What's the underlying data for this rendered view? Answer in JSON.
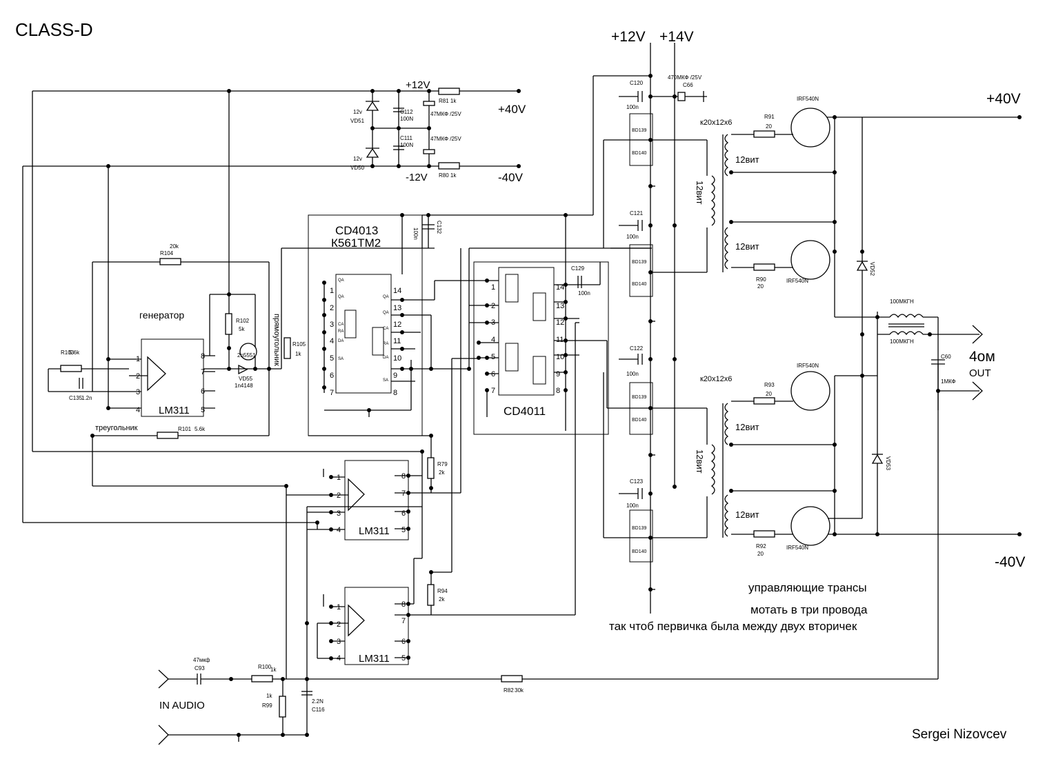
{
  "title": "CLASS-D",
  "author": "Sergei Nizovcev",
  "rails": {
    "top_12": "+12V",
    "top_14": "+14V",
    "pos40_right": "+40V",
    "neg40_right": "-40V",
    "pos40_left": "+40V",
    "neg40_left": "-40V",
    "pos12_left": "+12V",
    "neg12_left": "-12V"
  },
  "blocks": {
    "generator": "генератор",
    "square": "прямоугольник",
    "triangle": "треугольник",
    "cd4013": "CD4013",
    "k561": "К561ТМ2",
    "cd4011": "CD4011",
    "lm311_a": "LM311",
    "lm311_b": "LM311",
    "lm311_c": "LM311",
    "in_audio": "IN AUDIO",
    "out_ohm": "4ом",
    "out": "OUT"
  },
  "components": {
    "r81": "R81 1k",
    "r80": "R80 1k",
    "c112": "C112",
    "c112v": "100N",
    "c111": "C111",
    "c111v": "100N",
    "cap47a": "47МКФ /25V",
    "cap47b": "47МКФ /25V",
    "vd51": "VD51",
    "vd50": "VD50",
    "z12a": "12v",
    "z12b": "12v",
    "r104": "R104",
    "r104v": "20k",
    "r103": "R103",
    "r103v": "5.6k",
    "c135": "C135",
    "c135v": "1.2n",
    "r102": "R102",
    "r102v": "5k",
    "q2n": "2n5551",
    "vd55": "VD55",
    "vd55v": "1n4148",
    "r105": "R105",
    "r105v": "1k",
    "r101": "R101",
    "r101v": "5.6k",
    "c132": "C132",
    "c132v": "100n",
    "c129": "C129",
    "c129v": "100n",
    "r79": "R79",
    "r79v": "2k",
    "r94": "R94",
    "r94v": "2k",
    "c93": "C93",
    "c93v": "47мкф",
    "r100": "R100",
    "r100v": "1k",
    "r99": "R99",
    "r99v": "1k",
    "c116": "C116",
    "c116v": "2.2N",
    "r82": "R82",
    "r82v": "30k",
    "c120": "C120",
    "c121": "C121",
    "c122": "C122",
    "c123": "C123",
    "c100n": "100n",
    "c66": "C66",
    "c66v": "470МКФ /25V",
    "bd139": "BD139",
    "bd140": "BD140",
    "core": "к20х12х6",
    "turns": "12вит",
    "r91": "R91",
    "r90": "R90",
    "r93": "R93",
    "r92": "R92",
    "r20": "20",
    "irf": "IRF540N",
    "vd52": "VD52",
    "vd53": "VD53",
    "l100": "100МКГН",
    "c60": "C60",
    "c60v": "1МКФ"
  },
  "pins": [
    "1",
    "2",
    "3",
    "4",
    "5",
    "6",
    "7",
    "8",
    "9",
    "10",
    "11",
    "12",
    "13",
    "14"
  ],
  "lm_pins": [
    "1",
    "2",
    "3",
    "4",
    "5",
    "6",
    "7",
    "8"
  ],
  "cd4013_pinlabels": [
    "QA",
    "QA",
    "CA",
    "RA",
    "DA",
    "SA"
  ],
  "note": {
    "line1": "управляющие трансы",
    "line2": "мотать в три провода",
    "line3": "так чтоб первичка была между двух вторичек"
  }
}
